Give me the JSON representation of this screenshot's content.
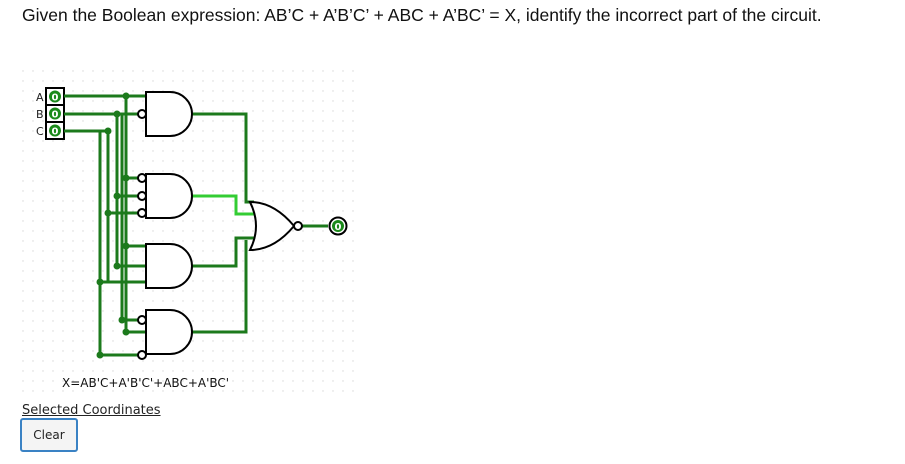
{
  "question": "Given the Boolean expression: AB’C + A’B’C’ + ABC + A’BC’ = X, identify the incorrect part of the circuit.",
  "circuit": {
    "inputs": [
      {
        "label": "A",
        "value": "0"
      },
      {
        "label": "B",
        "value": "0"
      },
      {
        "label": "C",
        "value": "0"
      }
    ],
    "output_value": "0",
    "expression_label": "X=AB'C+A'B'C'+ABC+A'BC'",
    "colors": {
      "wire": "#1c7a1c",
      "wire_active": "#33cc33",
      "gate": "#000000"
    }
  },
  "selection": {
    "label": "Selected Coordinates",
    "clear_label": "Clear"
  }
}
